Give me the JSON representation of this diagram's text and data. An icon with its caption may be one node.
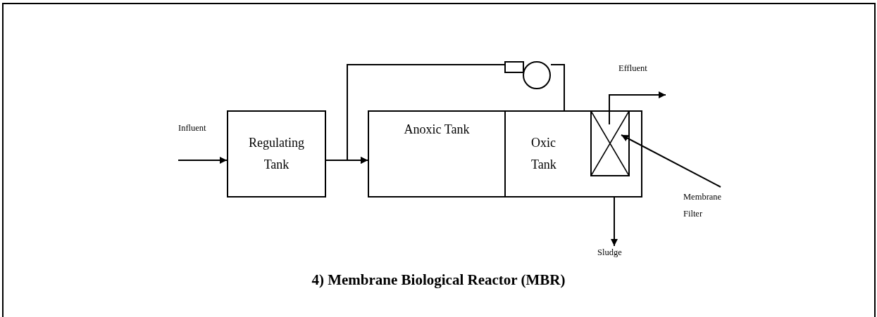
{
  "diagram": {
    "caption": "4) Membrane Biological Reactor (MBR)",
    "nodes": [
      {
        "text": [
          "Regulating Tank"
        ]
      },
      {
        "text": [
          "Anoxic Tank"
        ]
      },
      {
        "text": [
          "Oxic Tank"
        ]
      },
      {
        "text": [],
        "shape": "box",
        "in": 2
      },
      {
        "text": [],
        "shape": "circle"
      },
      {
        "text": [
          "Membrane Filter"
        ]
      },
      {
        "text": [
          "Effluent"
        ]
      },
      {
        "text": [
          "Sludge"
        ]
      }
    ],
    "edges": [
      {
        "from": null,
        "to": 0,
        "arrow": "to"
      },
      {
        "from": 0,
        "to": 1,
        "arrow": "to"
      },
      {
        "from": 2,
        "to": 4,
        "arrow": "none"
      },
      {
        "from": 4,
        "to": 1,
        "arrow": "to"
      },
      {
        "from": 3,
        "to": 6,
        "arrow": "to"
      },
      {
        "from": 2,
        "to": 7,
        "arrow": "to"
      },
      {
        "from": 5,
        "to": 3,
        "arrow": "to"
      }
    ],
    "labels": [
      "Influent"
    ]
  }
}
